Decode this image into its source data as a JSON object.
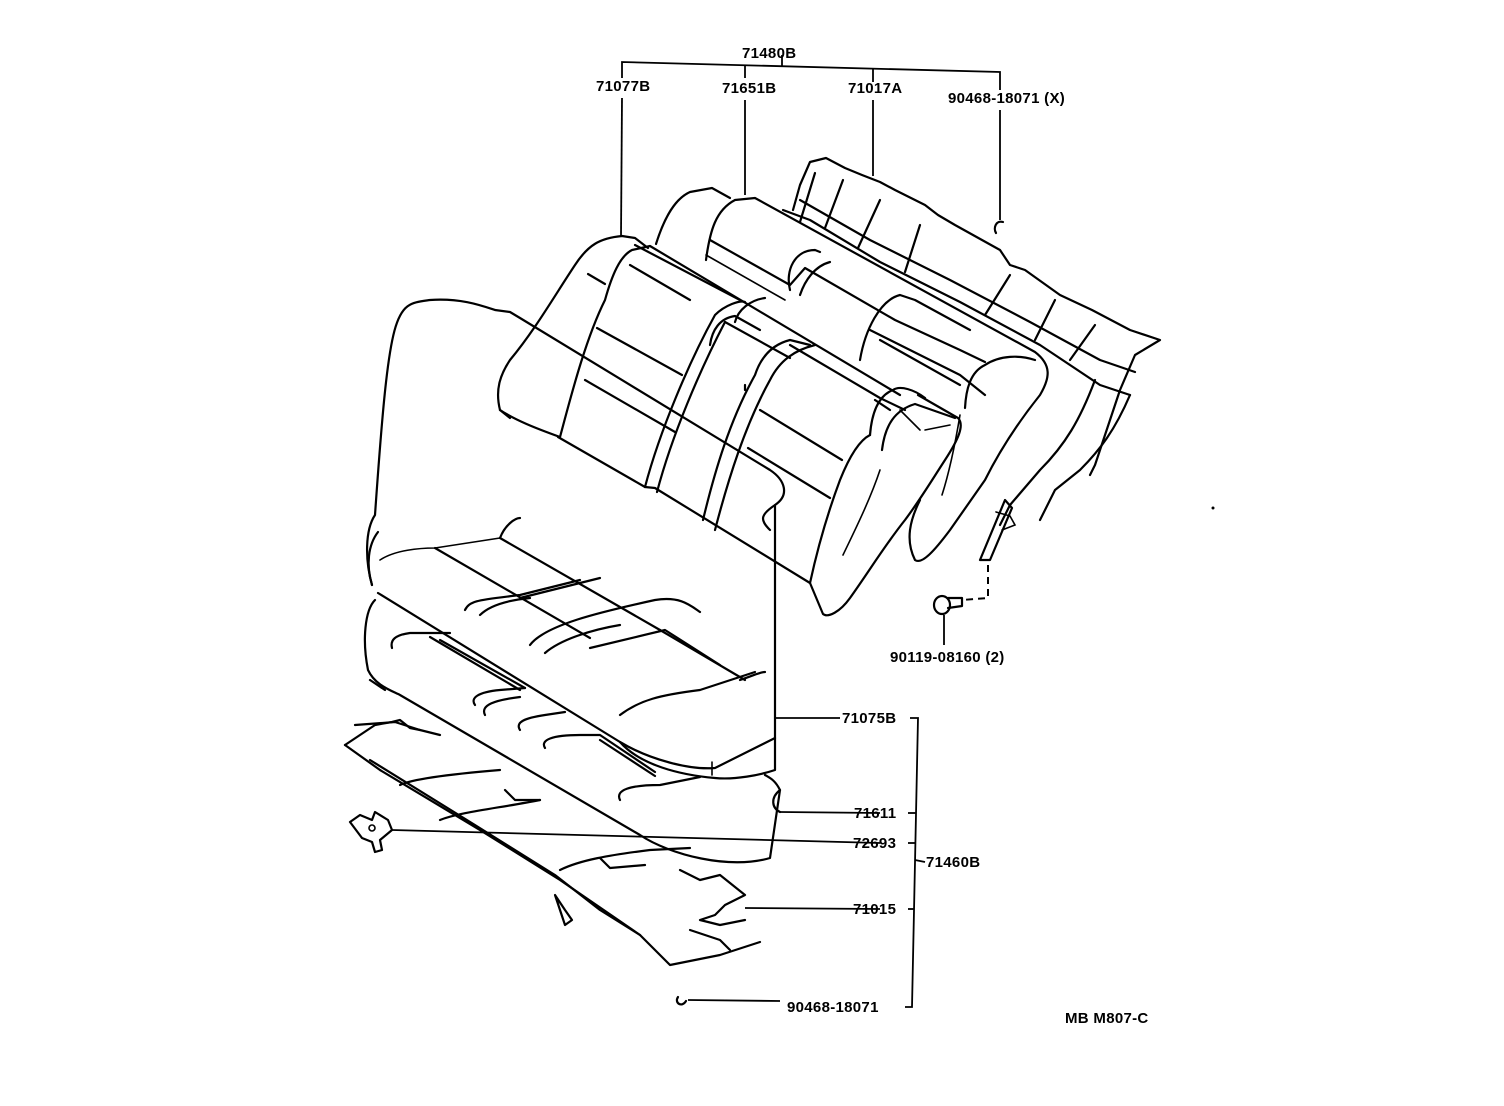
{
  "diagram": {
    "title": "Rear seat assembly exploded parts diagram",
    "figure_code": "MB M807-C",
    "line_color": "#000000",
    "background_color": "#ffffff",
    "labels": {
      "seat_back_assy": "71480B",
      "seat_back_cover": "71077B",
      "seat_back_pad": "71651B",
      "seat_back_frame": "71017A",
      "back_hog_ring": "90468-18071 (X)",
      "bolt": "90119-08160 (2)",
      "cushion_cover": "71075B",
      "cushion_pad": "71611",
      "cushion_clip": "72693",
      "cushion_assy": "71460B",
      "cushion_frame": "71015",
      "cushion_hog_ring": "90468-18071"
    }
  }
}
